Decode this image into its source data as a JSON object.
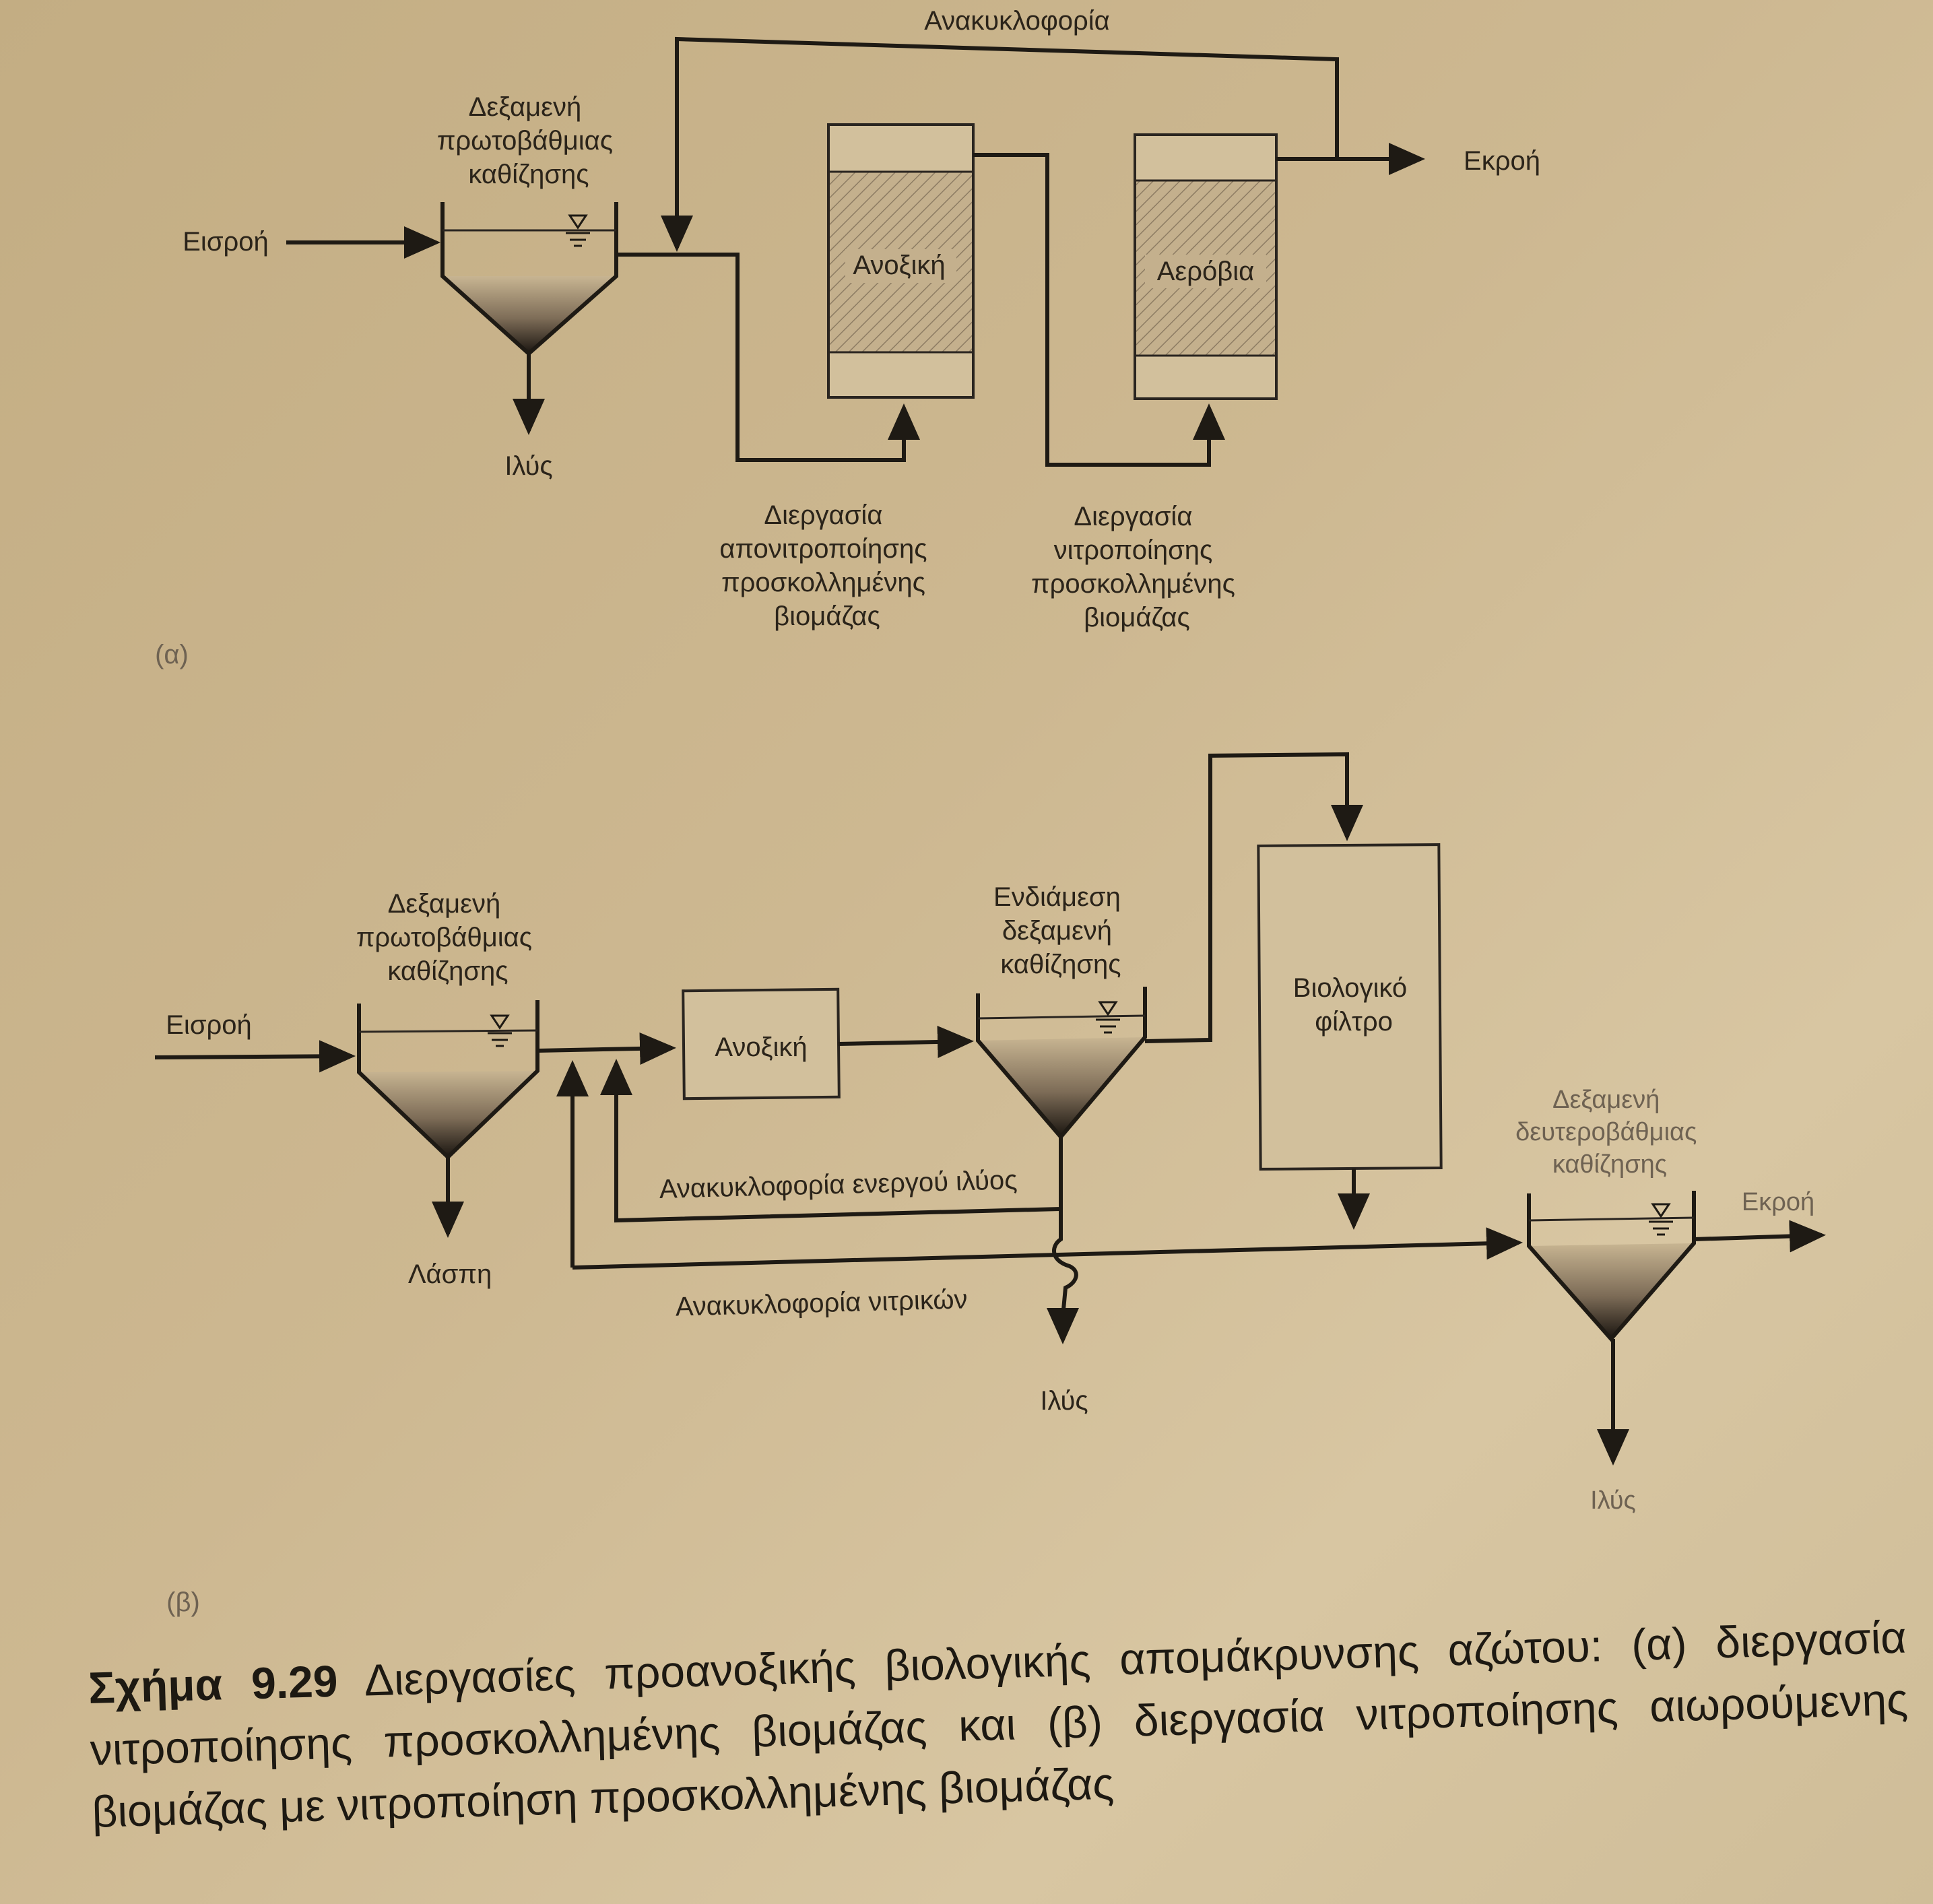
{
  "part_a": {
    "recirculation": "Ανακυκλοφορία",
    "primary_tank": [
      "Δεξαμενή",
      "πρωτοβάθμιας",
      "καθίζησης"
    ],
    "influent": "Εισροή",
    "effluent": "Εκροή",
    "sludge": "Ιλύς",
    "anoxic": "Ανοξική",
    "aerobic": "Αερόβια",
    "denitrification": [
      "Διεργασία",
      "απονιτροποίησης",
      "προσκολλημένης",
      "βιομάζας"
    ],
    "nitrification": [
      "Διεργασία",
      "νιτροποίησης",
      "προσκολλημένης",
      "βιομάζας"
    ],
    "tag": "(α)"
  },
  "part_b": {
    "primary_tank": [
      "Δεξαμενή",
      "πρωτοβάθμιας",
      "καθίζησης"
    ],
    "influent": "Εισροή",
    "sludge_primary": "Λάσπη",
    "anoxic": "Ανοξική",
    "intermediate_tank": [
      "Ενδιάμεση",
      "δεξαμενή",
      "καθίζησης"
    ],
    "bio_filter": [
      "Βιολογικό",
      "φίλτρο"
    ],
    "secondary_tank": [
      "Δεξαμενή",
      "δευτεροβάθμιας",
      "καθίζησης"
    ],
    "effluent": "Εκροή",
    "ras": "Ανακυκλοφορία ενεργού ιλύος",
    "nitrate_recycle": "Ανακυκλοφορία νιτρικών",
    "sludge_mid": "Ιλύς",
    "sludge_secondary": "Ιλύς",
    "tag": "(β)"
  },
  "caption": {
    "number": "Σχήμα 9.29",
    "text": "Διεργασίες προανοξικής βιολογικής απομάκρυνσης αζώτου: (α) διεργασία νιτροποίησης προσκολλημένης βιομάζας και (β) διεργασία νιτροποίησης αιωρούμενης βιομάζας με νιτροποίηση προσκολλημένης βιομάζας"
  }
}
